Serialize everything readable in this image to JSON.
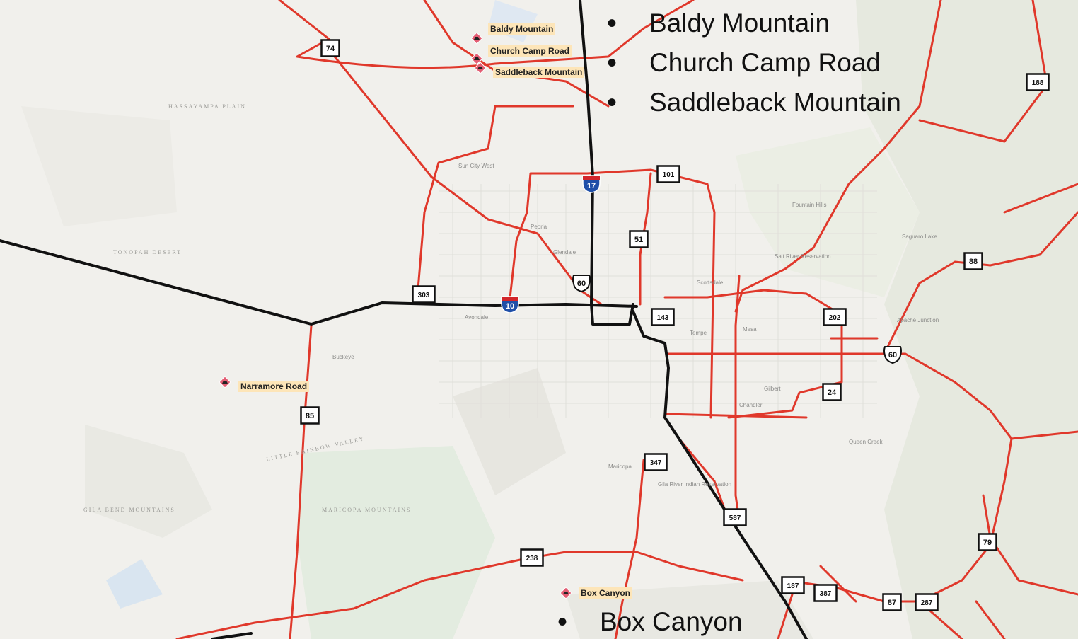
{
  "highways": [
    {
      "number": "74",
      "type": "state"
    },
    {
      "number": "188",
      "type": "state"
    },
    {
      "number": "17",
      "type": "interstate"
    },
    {
      "number": "101",
      "type": "state"
    },
    {
      "number": "51",
      "type": "state"
    },
    {
      "number": "88",
      "type": "state"
    },
    {
      "number": "303",
      "type": "state"
    },
    {
      "number": "10",
      "type": "interstate"
    },
    {
      "number": "60",
      "type": "us"
    },
    {
      "number": "143",
      "type": "state"
    },
    {
      "number": "202",
      "type": "state"
    },
    {
      "number": "60",
      "type": "us"
    },
    {
      "number": "24",
      "type": "state"
    },
    {
      "number": "85",
      "type": "state"
    },
    {
      "number": "347",
      "type": "state"
    },
    {
      "number": "587",
      "type": "state"
    },
    {
      "number": "79",
      "type": "state"
    },
    {
      "number": "238",
      "type": "state"
    },
    {
      "number": "187",
      "type": "state"
    },
    {
      "number": "387",
      "type": "state"
    },
    {
      "number": "87",
      "type": "state"
    },
    {
      "number": "287",
      "type": "state"
    }
  ],
  "markers": [
    {
      "label": "Baldy Mountain"
    },
    {
      "label": "Church Camp Road"
    },
    {
      "label": "Saddleback Mountain"
    },
    {
      "label": "Narramore Road"
    },
    {
      "label": "Box Canyon"
    }
  ],
  "bullets_top": [
    "Baldy Mountain",
    "Church Camp Road",
    "Saddleback Mountain"
  ],
  "bullets_bottom": [
    "Box Canyon"
  ],
  "places": [
    "Sun City West",
    "Peoria",
    "Glendale",
    "Scottsdale",
    "Tempe",
    "Mesa",
    "Gilbert",
    "Chandler",
    "Avondale",
    "Buckeye",
    "Fountain Hills",
    "Salt River Reservation",
    "Apache Junction",
    "Queen Creek",
    "Maricopa",
    "Gila River Indian Reservation",
    "Saguaro Lake"
  ],
  "regions": [
    "HASSAYAMPA PLAIN",
    "TONOPAH DESERT",
    "LITTLE RAINBOW VALLEY",
    "MARICOPA MOUNTAINS",
    "GILA BEND MOUNTAINS"
  ],
  "colors": {
    "highway": "#e0382b",
    "interstate_line": "#111111",
    "marker": "#e35d73",
    "label_bg": "#fde5b8",
    "background": "#f1f0ec"
  }
}
